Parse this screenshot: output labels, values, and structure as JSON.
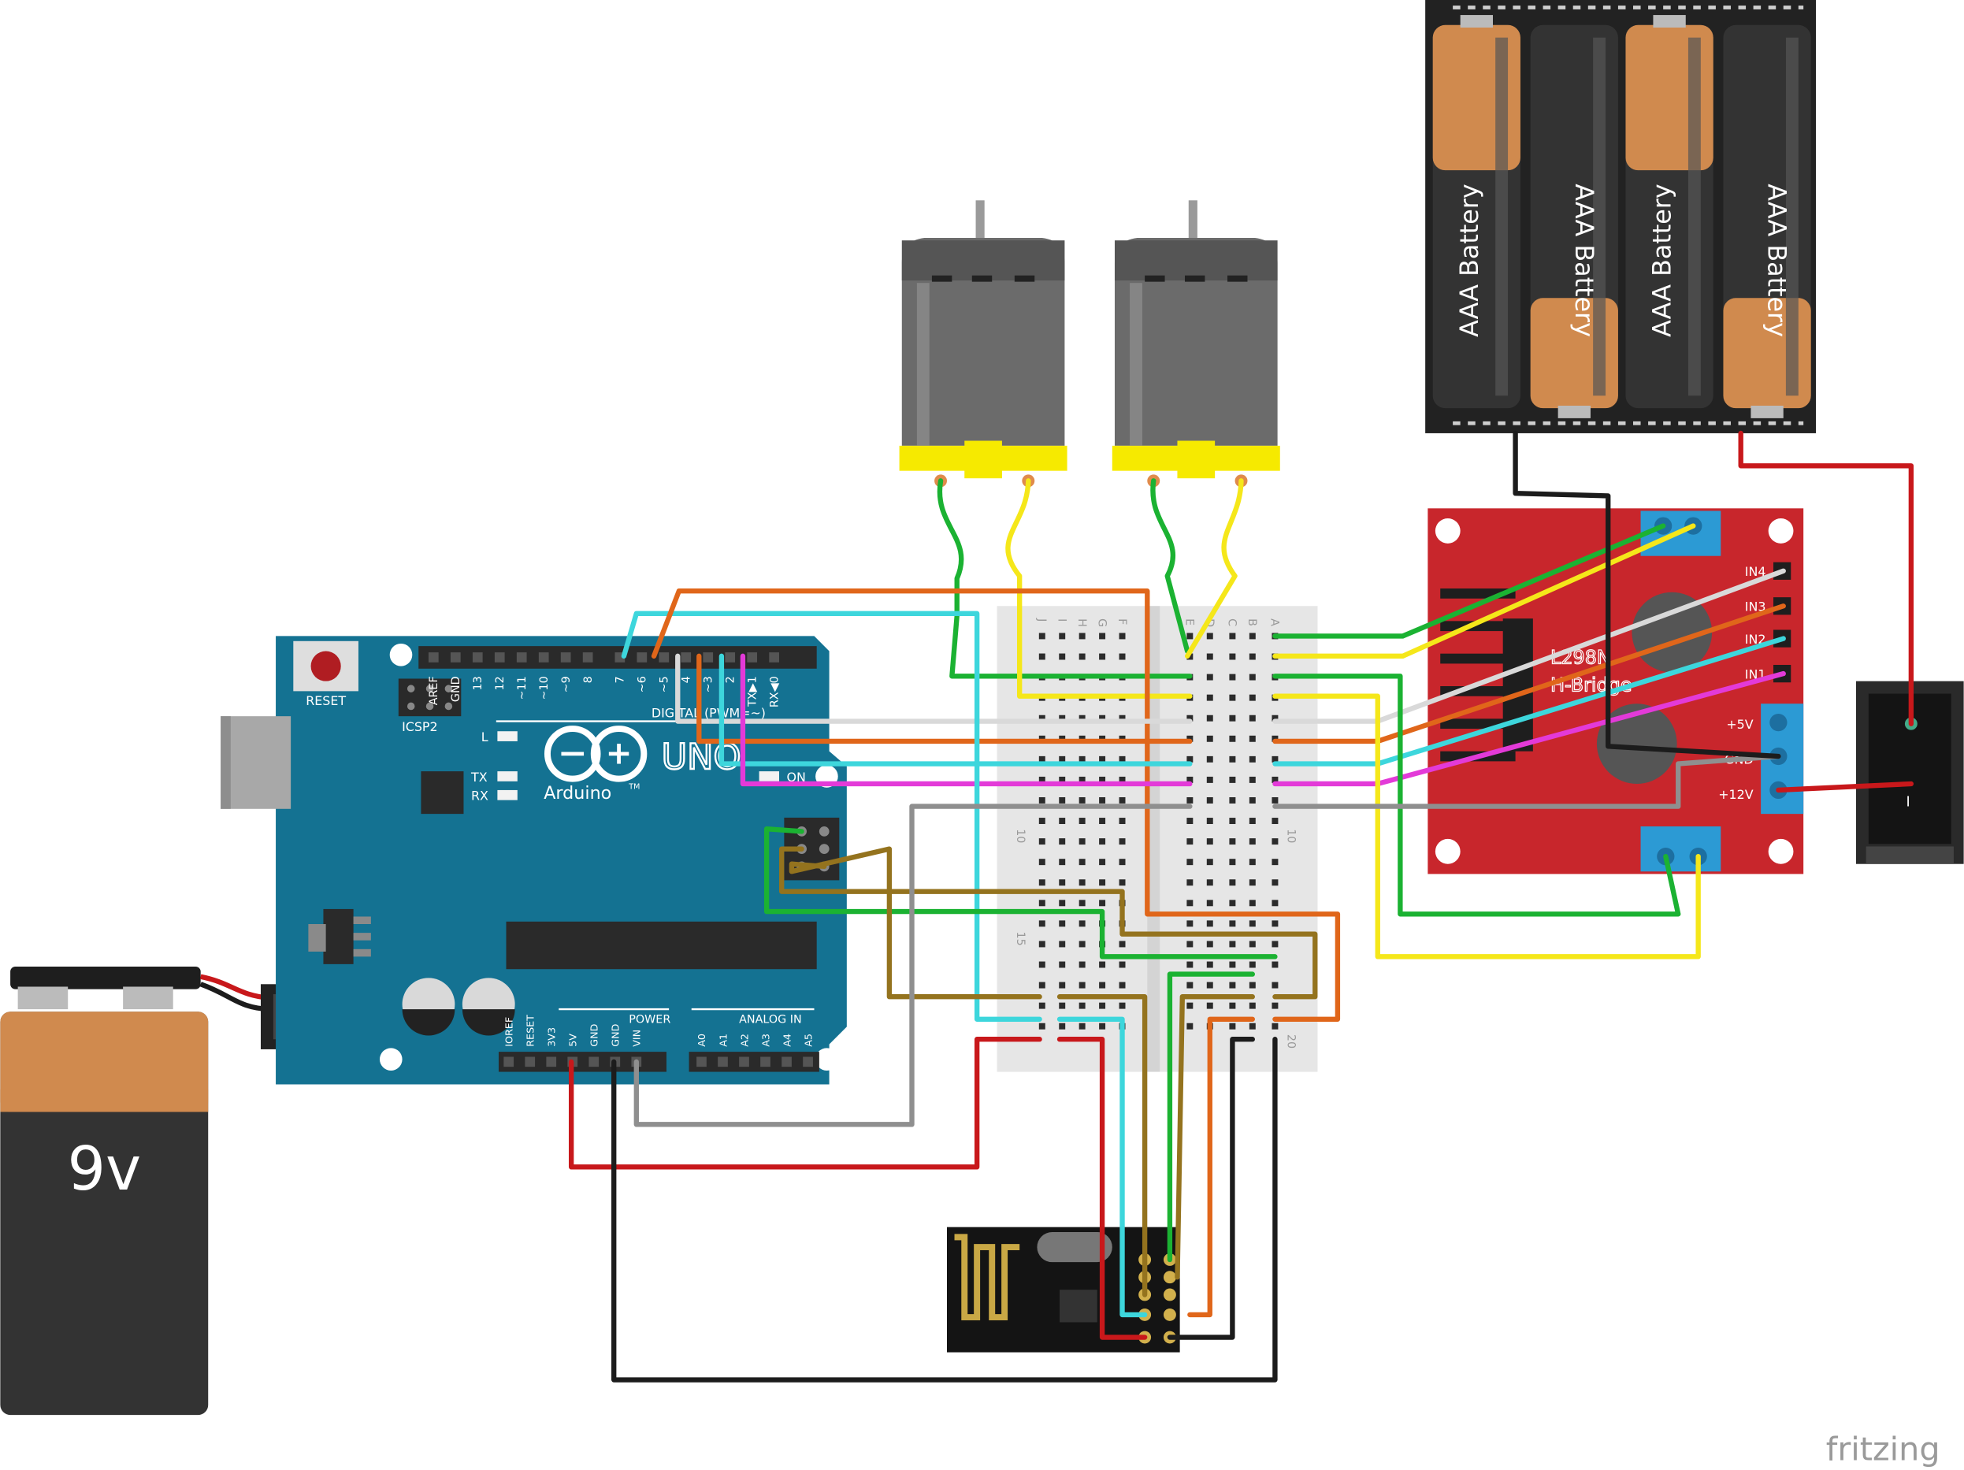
{
  "colors": {
    "arduino_board": "#147292",
    "hbridge_board": "#c8262c",
    "battery_orange": "#d08a4e",
    "battery_dark": "#333333",
    "motor_grey": "#6b6b6b",
    "motor_yellow": "#f6ea00",
    "breadboard": "#e6e6e6",
    "terminal_blue": "#2c9ad4",
    "wire_green": "#1bb232",
    "wire_yellow": "#f5e71a",
    "wire_orange": "#e0661a",
    "wire_cyan": "#3dd6dc",
    "wire_magenta": "#e33ad8",
    "wire_white": "#d9d9d9",
    "wire_grey": "#8f8f8f",
    "wire_brown": "#94731e",
    "wire_red": "#c8181b",
    "wire_black": "#1c1c1c"
  },
  "battery_9v": {
    "label": "9v"
  },
  "aaa_pack": {
    "cell_label": "AAA Battery"
  },
  "arduino": {
    "reset_label": "RESET",
    "icsp_label": "ICSP2",
    "led_l": "L",
    "led_tx": "TX",
    "led_rx": "RX",
    "led_on": "ON",
    "uno_label": "UNO",
    "brand": "Arduino",
    "brand_tm": "TM",
    "digital_label": "DIGITAL (PWM=~)",
    "power_label": "POWER",
    "analog_label": "ANALOG IN",
    "top_pins": [
      "AREF",
      "GND",
      "13",
      "12",
      "~11",
      "~10",
      "~9",
      "8",
      "7",
      "~6",
      "~5",
      "4",
      "~3",
      "2",
      "TX▶1",
      "RX◀0"
    ],
    "power_pins": [
      "IOREF",
      "RESET",
      "3V3",
      "5V",
      "GND",
      "GND",
      "VIN"
    ],
    "analog_pins": [
      "A0",
      "A1",
      "A2",
      "A3",
      "A4",
      "A5"
    ]
  },
  "hbridge": {
    "title_line1": "L298N",
    "title_line2": "H-Bridge",
    "pins": [
      "IN4",
      "IN3",
      "IN2",
      "IN1"
    ],
    "power_pins": [
      "+5V",
      "GND",
      "+12V"
    ]
  },
  "breadboard": {
    "left_letters": [
      "J",
      "I",
      "H",
      "G",
      "F"
    ],
    "right_letters": [
      "E",
      "D",
      "C",
      "B",
      "A"
    ],
    "row_10": "10",
    "row_15": "15",
    "row_20": "20"
  },
  "switch": {
    "label": "I"
  },
  "watermark": "fritzing"
}
